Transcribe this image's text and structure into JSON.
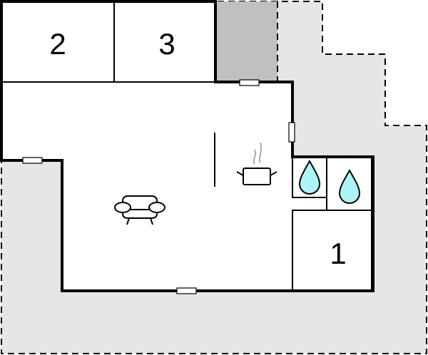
{
  "rooms": [
    {
      "label": "2"
    },
    {
      "label": "3"
    },
    {
      "label": "1"
    }
  ],
  "colors": {
    "terrace": "#e6e6e6",
    "covered": "#c0c0c0",
    "wall": "#000000",
    "water": "#aef3f5"
  },
  "icons": [
    "sofa-icon",
    "cooking-pot-icon",
    "water-drop-icon",
    "water-drop-icon",
    "window-icon"
  ]
}
